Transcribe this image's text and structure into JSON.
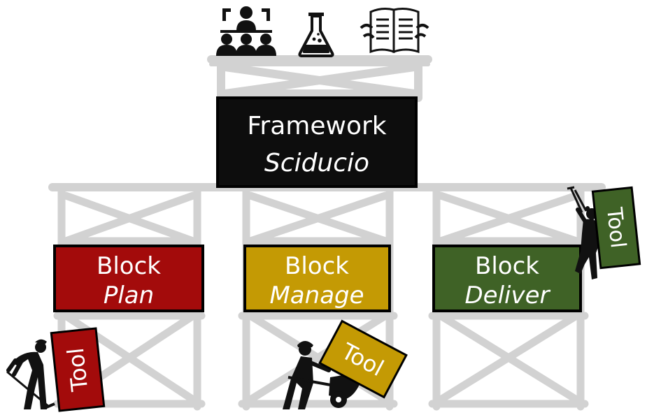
{
  "framework": {
    "line1": "Framework",
    "line2": "Sciducio",
    "fill": "#0d0d0d"
  },
  "blocks": [
    {
      "id": "plan",
      "line1": "Block",
      "line2": "Plan",
      "fill": "#a30b0b"
    },
    {
      "id": "manage",
      "line1": "Block",
      "line2": "Manage",
      "fill": "#c49a04"
    },
    {
      "id": "deliver",
      "line1": "Block",
      "line2": "Deliver",
      "fill": "#3f6226"
    }
  ],
  "tools": [
    {
      "id": "plan-tool",
      "label": "Tool",
      "fill": "#a30b0b"
    },
    {
      "id": "manage-tool",
      "label": "Tool",
      "fill": "#c49a04"
    },
    {
      "id": "deliver-tool",
      "label": "Tool",
      "fill": "#3f6226"
    }
  ],
  "icons": [
    "presentation-audience-icon",
    "laboratory-flask-icon",
    "open-book-icon"
  ],
  "workers": [
    "raking-worker-icon",
    "wheelbarrow-worker-icon",
    "climbing-worker-icon"
  ],
  "colors": {
    "scaffold": "#d2d2d2",
    "text": "#ffffff",
    "border": "#000000",
    "silhouette": "#111111"
  }
}
